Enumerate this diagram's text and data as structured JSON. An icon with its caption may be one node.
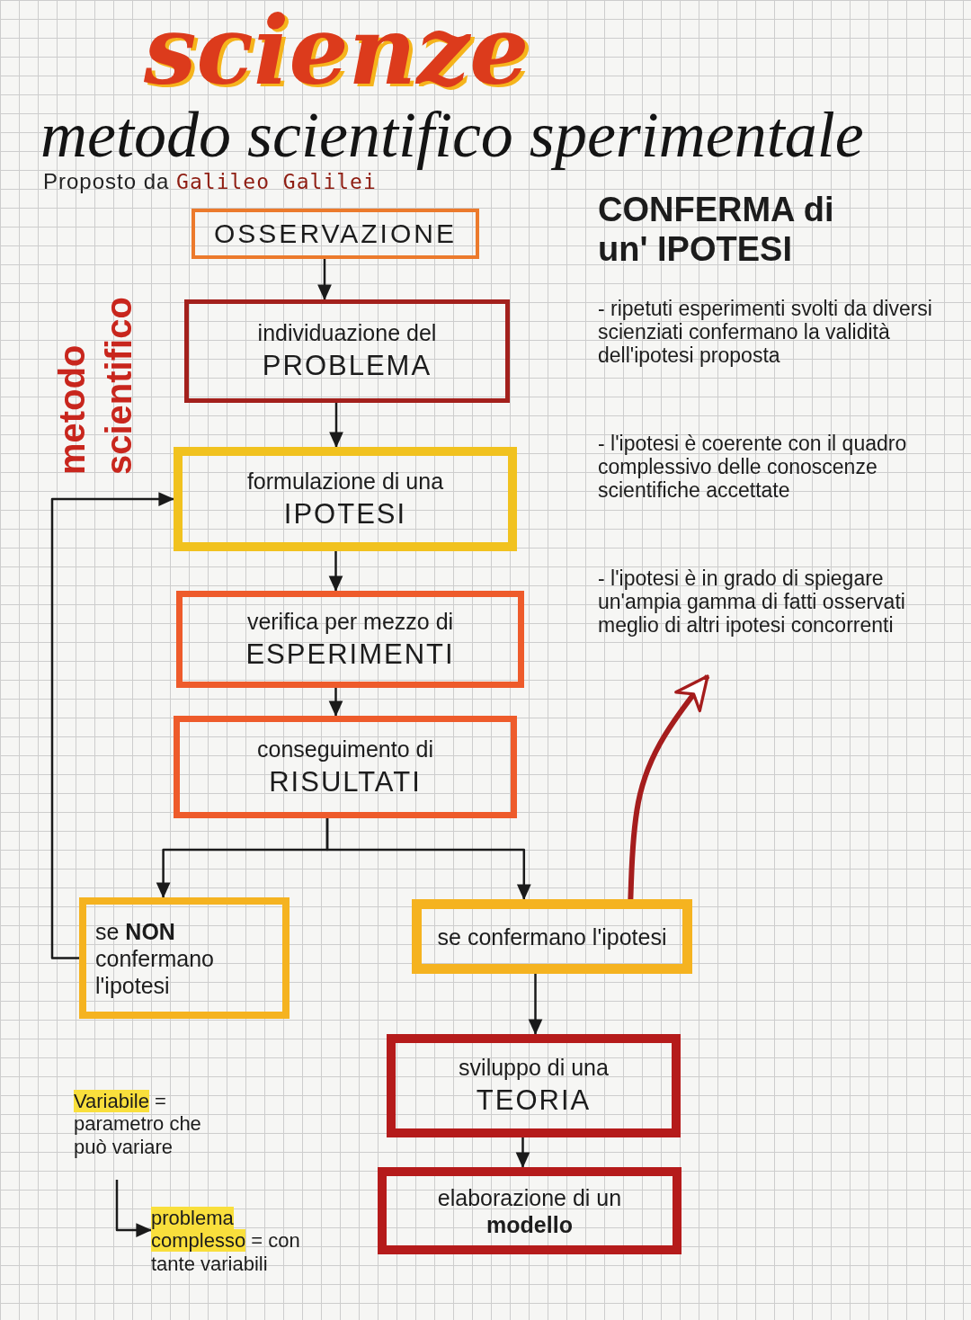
{
  "diagram": {
    "title": "scienze",
    "nodes": [
      {
        "text": [
          "OSSERVAZIONE"
        ]
      },
      {
        "text": [
          "individuazione del **PROBLEMA**"
        ]
      },
      {
        "text": [
          "formulazione di una **IPOTESI**"
        ]
      },
      {
        "text": [
          "verifica per mezzo di **ESPERIMENTI**"
        ]
      },
      {
        "text": [
          "conseguimento di **RISULTATI**"
        ]
      },
      {
        "text": [
          "se **NON** confermano l'ipotesi"
        ]
      },
      {
        "text": [
          "se confermano l'ipotesi"
        ]
      },
      {
        "text": [
          "sviluppo di una **TEORIA**"
        ]
      },
      {
        "text": [
          "elaborazione di un **modello**"
        ]
      },
      {
        "text": [
          "CONFERMA di un' IPOTESI",
          "- ripetuti esperimenti svolti da diversi scienziati confermano la validità dell'ipotesi proposta",
          "- l'ipotesi è coerente con il quadro complessivo delle conoscenze scientifiche accettate",
          "- l'ipotesi è in grado di spiegare un'ampia gamma di fatti osservati meglio di altri ipotesi concorrenti"
        ]
      },
      {
        "text": [
          "**Variabile** = parametro che può variare"
        ]
      },
      {
        "text": [
          "**problema complesso** = con tante variabili"
        ]
      }
    ],
    "edges": [
      {
        "from": 0,
        "to": 1,
        "arrow": "to"
      },
      {
        "from": 1,
        "to": 2,
        "arrow": "to"
      },
      {
        "from": 2,
        "to": 3,
        "arrow": "to"
      },
      {
        "from": 3,
        "to": 4,
        "arrow": "to"
      },
      {
        "from": 4,
        "to": 5,
        "arrow": "to"
      },
      {
        "from": 4,
        "to": 6,
        "arrow": "to"
      },
      {
        "from": 5,
        "to": 2,
        "arrow": "to"
      },
      {
        "from": 6,
        "to": 7,
        "arrow": "to"
      },
      {
        "from": 7,
        "to": 8,
        "arrow": "to"
      },
      {
        "from": 6,
        "to": 9,
        "arrow": "to",
        "style": "thick",
        "color": "#a51d1d"
      },
      {
        "from": 10,
        "to": 11,
        "arrow": "to"
      }
    ],
    "labels": [
      "metodo scientifico sperimentale",
      "Proposto da **Galileo Galilei**",
      "metodo scientifico"
    ]
  }
}
